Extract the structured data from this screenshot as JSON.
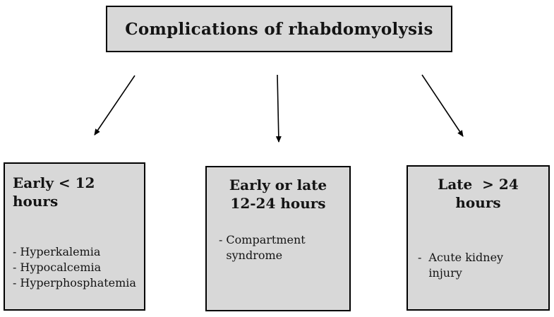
{
  "title": {
    "text": "Complications of rhabdomyolysis"
  },
  "boxes": [
    {
      "heading": "Early < 12 hours",
      "items": [
        "Hyperkalemia",
        "Hypocalcemia",
        "Hyperphosphatemia"
      ]
    },
    {
      "heading": "Early or late\n12-24 hours",
      "items": [
        "Compartment syndrome"
      ]
    },
    {
      "heading": "Late  > 24 hours",
      "items": [
        "Acute kidney injury"
      ]
    }
  ],
  "bullet": "-",
  "colors": {
    "box_fill": "#d8d8d8",
    "box_border": "#000000",
    "text": "#141414",
    "background": "#ffffff",
    "arrow": "#000000"
  }
}
